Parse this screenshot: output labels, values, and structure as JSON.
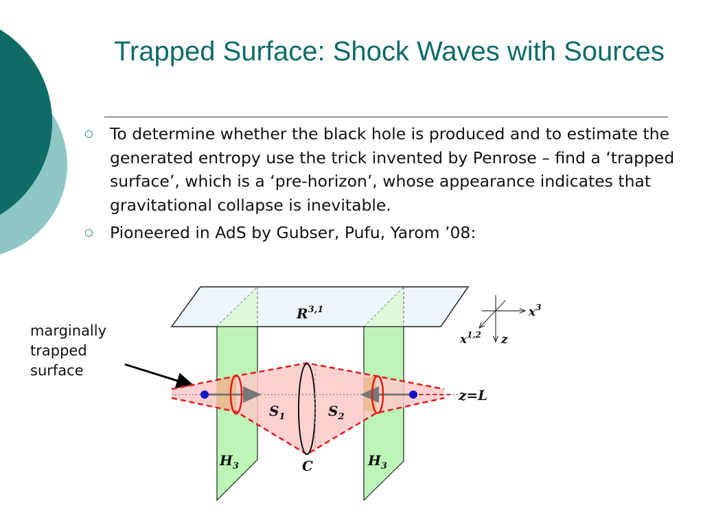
{
  "slide": {
    "title": "Trapped Surface: Shock Waves with Sources",
    "bullets": [
      "To determine whether the black hole is produced and to estimate the generated entropy use the trick invented by Penrose – find a ‘trapped surface’, which is a ‘pre-horizon’, whose appearance indicates that gravitational collapse is inevitable.",
      "Pioneered in AdS by Gubser, Pufu, Yarom ’08:"
    ]
  },
  "annotation": {
    "lines": [
      "marginally",
      "trapped",
      "surface"
    ]
  },
  "figure": {
    "plane_label_base": "R",
    "plane_label_sup": "3,1",
    "s1_base": "S",
    "s1_sub": "1",
    "s2_base": "S",
    "s2_sub": "2",
    "c_label": "C",
    "h3_left_base": "H",
    "h3_left_sub": "3",
    "h3_right_base": "H",
    "h3_right_sub": "3",
    "zl_label": "z=L",
    "axis_x3_base": "x",
    "axis_x3_sup": "3",
    "axis_x12_base": "x",
    "axis_x12_sup": "1,2",
    "axis_z": "z"
  },
  "colors": {
    "accent_dark": "#0e6b66",
    "accent_light": "#8ec7c4",
    "trapped_fill": "#ffc9c9",
    "dashed_red": "#e01b1b",
    "slab_green": "#bdf5b8",
    "source_blue": "#1414c8"
  }
}
